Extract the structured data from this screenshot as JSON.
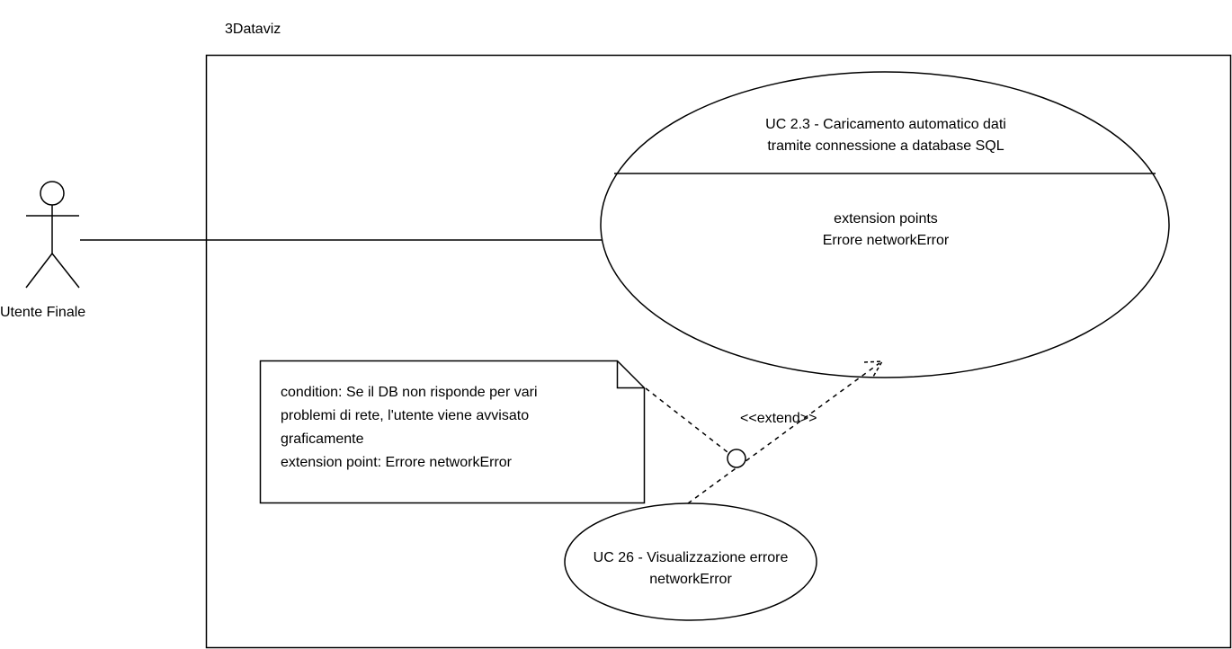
{
  "system": {
    "title": "3Dataviz"
  },
  "actor": {
    "name": "Utente Finale"
  },
  "use_case_main": {
    "title_line1": "UC 2.3 - Caricamento automatico dati",
    "title_line2": "tramite connessione a database SQL",
    "extension_points_header": "extension points",
    "extension_point": "Errore networkError"
  },
  "use_case_extension": {
    "title_line1": "UC 26 - Visualizzazione errore",
    "title_line2": "networkError"
  },
  "note": {
    "line1": "condition: Se il DB non risponde per vari",
    "line2": "problemi di rete, l'utente viene avvisato",
    "line3": "graficamente",
    "line4": "extension point: Errore networkError"
  },
  "relationship": {
    "stereotype": "<<extend>>"
  },
  "colors": {
    "stroke": "#000000",
    "background": "#ffffff"
  }
}
